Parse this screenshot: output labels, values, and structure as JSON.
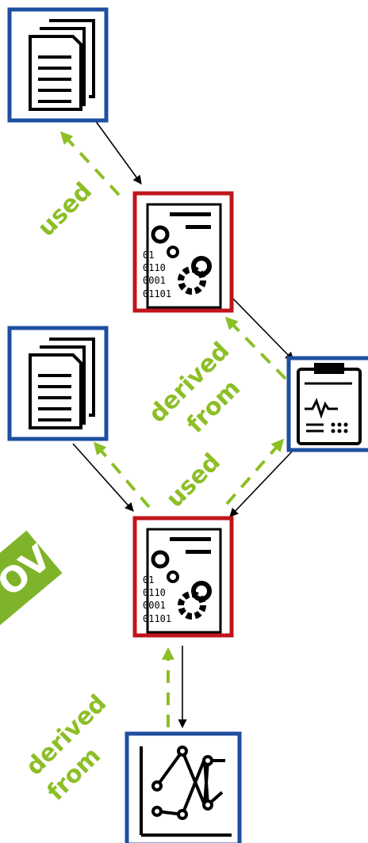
{
  "colors": {
    "entity_border": "#1d4fa0",
    "activity_border": "#c0141c",
    "relation_green": "#8cbf26",
    "arrow": "#000000",
    "prov_badge": "#7fb42a"
  },
  "badge": {
    "text": "OV"
  },
  "nodes": {
    "dataset_top": {
      "icon": "documents-icon"
    },
    "activity_top": {
      "icon": "process-gears-icon",
      "binary_lines": [
        "01",
        "0110",
        "0001",
        "01101"
      ]
    },
    "dataset_mid": {
      "icon": "documents-icon"
    },
    "report": {
      "icon": "clipboard-chart-icon"
    },
    "activity_bottom": {
      "icon": "process-gears-icon",
      "binary_lines": [
        "01",
        "0110",
        "0001",
        "01101"
      ]
    },
    "chart_output": {
      "icon": "line-chart-icon"
    }
  },
  "relations": {
    "used_top": {
      "label": "used"
    },
    "derived_mid": {
      "label_line1": "derived",
      "label_line2": "from"
    },
    "used_mid": {
      "label": "used"
    },
    "derived_bottom": {
      "label_line1": "derived",
      "label_line2": "from"
    }
  }
}
